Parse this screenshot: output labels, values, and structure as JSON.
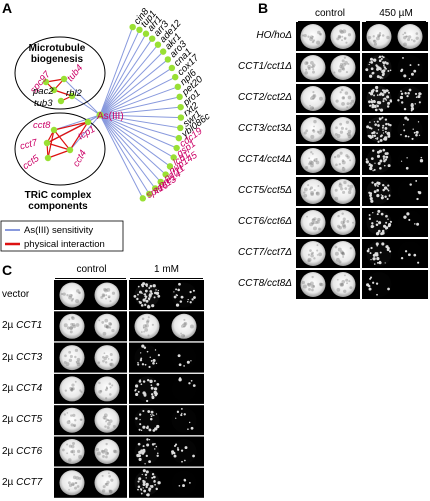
{
  "panelA": {
    "label": "A",
    "hub": "As(III)",
    "group1_title": [
      "Microtubule",
      "biogenesis"
    ],
    "group2_title": [
      "TRiC complex",
      "components"
    ],
    "group1_genes": [
      "spc97",
      "tub4",
      "pac2",
      "rbl2",
      "tub3"
    ],
    "group2_genes": [
      "cct8",
      "cct7",
      "cct5",
      "cct4",
      "tcp1"
    ],
    "radial_genes": [
      {
        "name": "cin8",
        "color": "#000000"
      },
      {
        "name": "tup1",
        "color": "#000000"
      },
      {
        "name": "arr1",
        "color": "#000000"
      },
      {
        "name": "arr3",
        "color": "#000000"
      },
      {
        "name": "ade12",
        "color": "#000000"
      },
      {
        "name": "akr1",
        "color": "#000000"
      },
      {
        "name": "aro3",
        "color": "#000000"
      },
      {
        "name": "cna1",
        "color": "#000000"
      },
      {
        "name": "cox17",
        "color": "#000000"
      },
      {
        "name": "npl6",
        "color": "#000000"
      },
      {
        "name": "pet20",
        "color": "#000000"
      },
      {
        "name": "pro1",
        "color": "#000000"
      },
      {
        "name": "rxt2",
        "color": "#000000"
      },
      {
        "name": "swr1",
        "color": "#000000"
      },
      {
        "name": "ybl086c",
        "color": "#000000"
      },
      {
        "name": "cdc19",
        "color": "#cc0066"
      },
      {
        "name": "gsp1",
        "color": "#cc0066"
      },
      {
        "name": "lcb1",
        "color": "#cc0066"
      },
      {
        "name": "nup145",
        "color": "#cc0066"
      },
      {
        "name": "pcf11",
        "color": "#cc0066"
      },
      {
        "name": "pre14",
        "color": "#cc0066"
      },
      {
        "name": "sec13",
        "color": "#cc0066"
      },
      {
        "name": "spt16",
        "color": "#cc0066"
      }
    ],
    "legend": {
      "sensitivity": "As(III) sensitivity",
      "interaction": "physical interaction"
    },
    "colors": {
      "node": "#99e033",
      "edge_blue": "#8899dd",
      "edge_red": "#dd1111",
      "gene_red": "#cc0066"
    }
  },
  "panelB": {
    "label": "B",
    "col_control": "control",
    "col_treat": "450 µM",
    "rows": [
      "HO/hoΔ",
      "CCT1/cct1Δ",
      "CCT2/cct2Δ",
      "CCT3/cct3Δ",
      "CCT4/cct4Δ",
      "CCT5/cct5Δ",
      "CCT6/cct6Δ",
      "CCT7/cct7Δ",
      "CCT8/cct8Δ"
    ],
    "growth_control": [
      1,
      1,
      1,
      1,
      1,
      1,
      1,
      1,
      1
    ],
    "growth_treat": [
      [
        0.9,
        0.8
      ],
      [
        0.5,
        0.1
      ],
      [
        0.6,
        0.25
      ],
      [
        0.55,
        0.15
      ],
      [
        0.35,
        0.05
      ],
      [
        0.35,
        0.05
      ],
      [
        0.35,
        0.05
      ],
      [
        0.3,
        0.05
      ],
      [
        0.1,
        0.0
      ]
    ]
  },
  "panelC": {
    "label": "C",
    "col_control": "control",
    "col_treat": "1 mM",
    "rows": [
      {
        "prefix": "",
        "gene": "vector"
      },
      {
        "prefix": "2µ ",
        "gene": "CCT1"
      },
      {
        "prefix": "2µ ",
        "gene": "CCT3"
      },
      {
        "prefix": "2µ ",
        "gene": "CCT4"
      },
      {
        "prefix": "2µ ",
        "gene": "CCT5"
      },
      {
        "prefix": "2µ ",
        "gene": "CCT6"
      },
      {
        "prefix": "2µ ",
        "gene": "CCT7"
      }
    ],
    "growth_treat": [
      [
        0.5,
        0.2
      ],
      [
        0.9,
        0.8
      ],
      [
        0.2,
        0.05
      ],
      [
        0.35,
        0.05
      ],
      [
        0.25,
        0.1
      ],
      [
        0.25,
        0.15
      ],
      [
        0.4,
        0.05
      ]
    ]
  }
}
